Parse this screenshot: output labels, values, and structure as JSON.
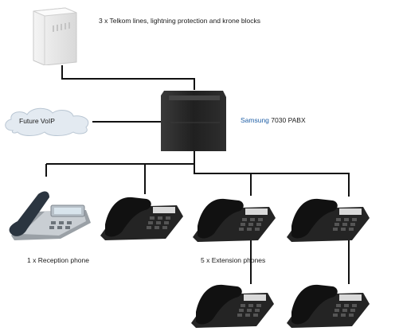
{
  "labels": {
    "telkom": "3 x Telkom lines, lightning protection and krone blocks",
    "voip": "Future VoIP",
    "pabx_brand": "Samsung",
    "pabx_model": "7030 PABX",
    "reception": "1 x Reception phone",
    "extensions": "5 x Extension phones"
  },
  "colors": {
    "line": "#111111",
    "phone_body": "#2b2b2b",
    "pabx": "#1c1c1c",
    "cloud": "#dfe7ef",
    "brand_text": "#1f5fa6"
  }
}
